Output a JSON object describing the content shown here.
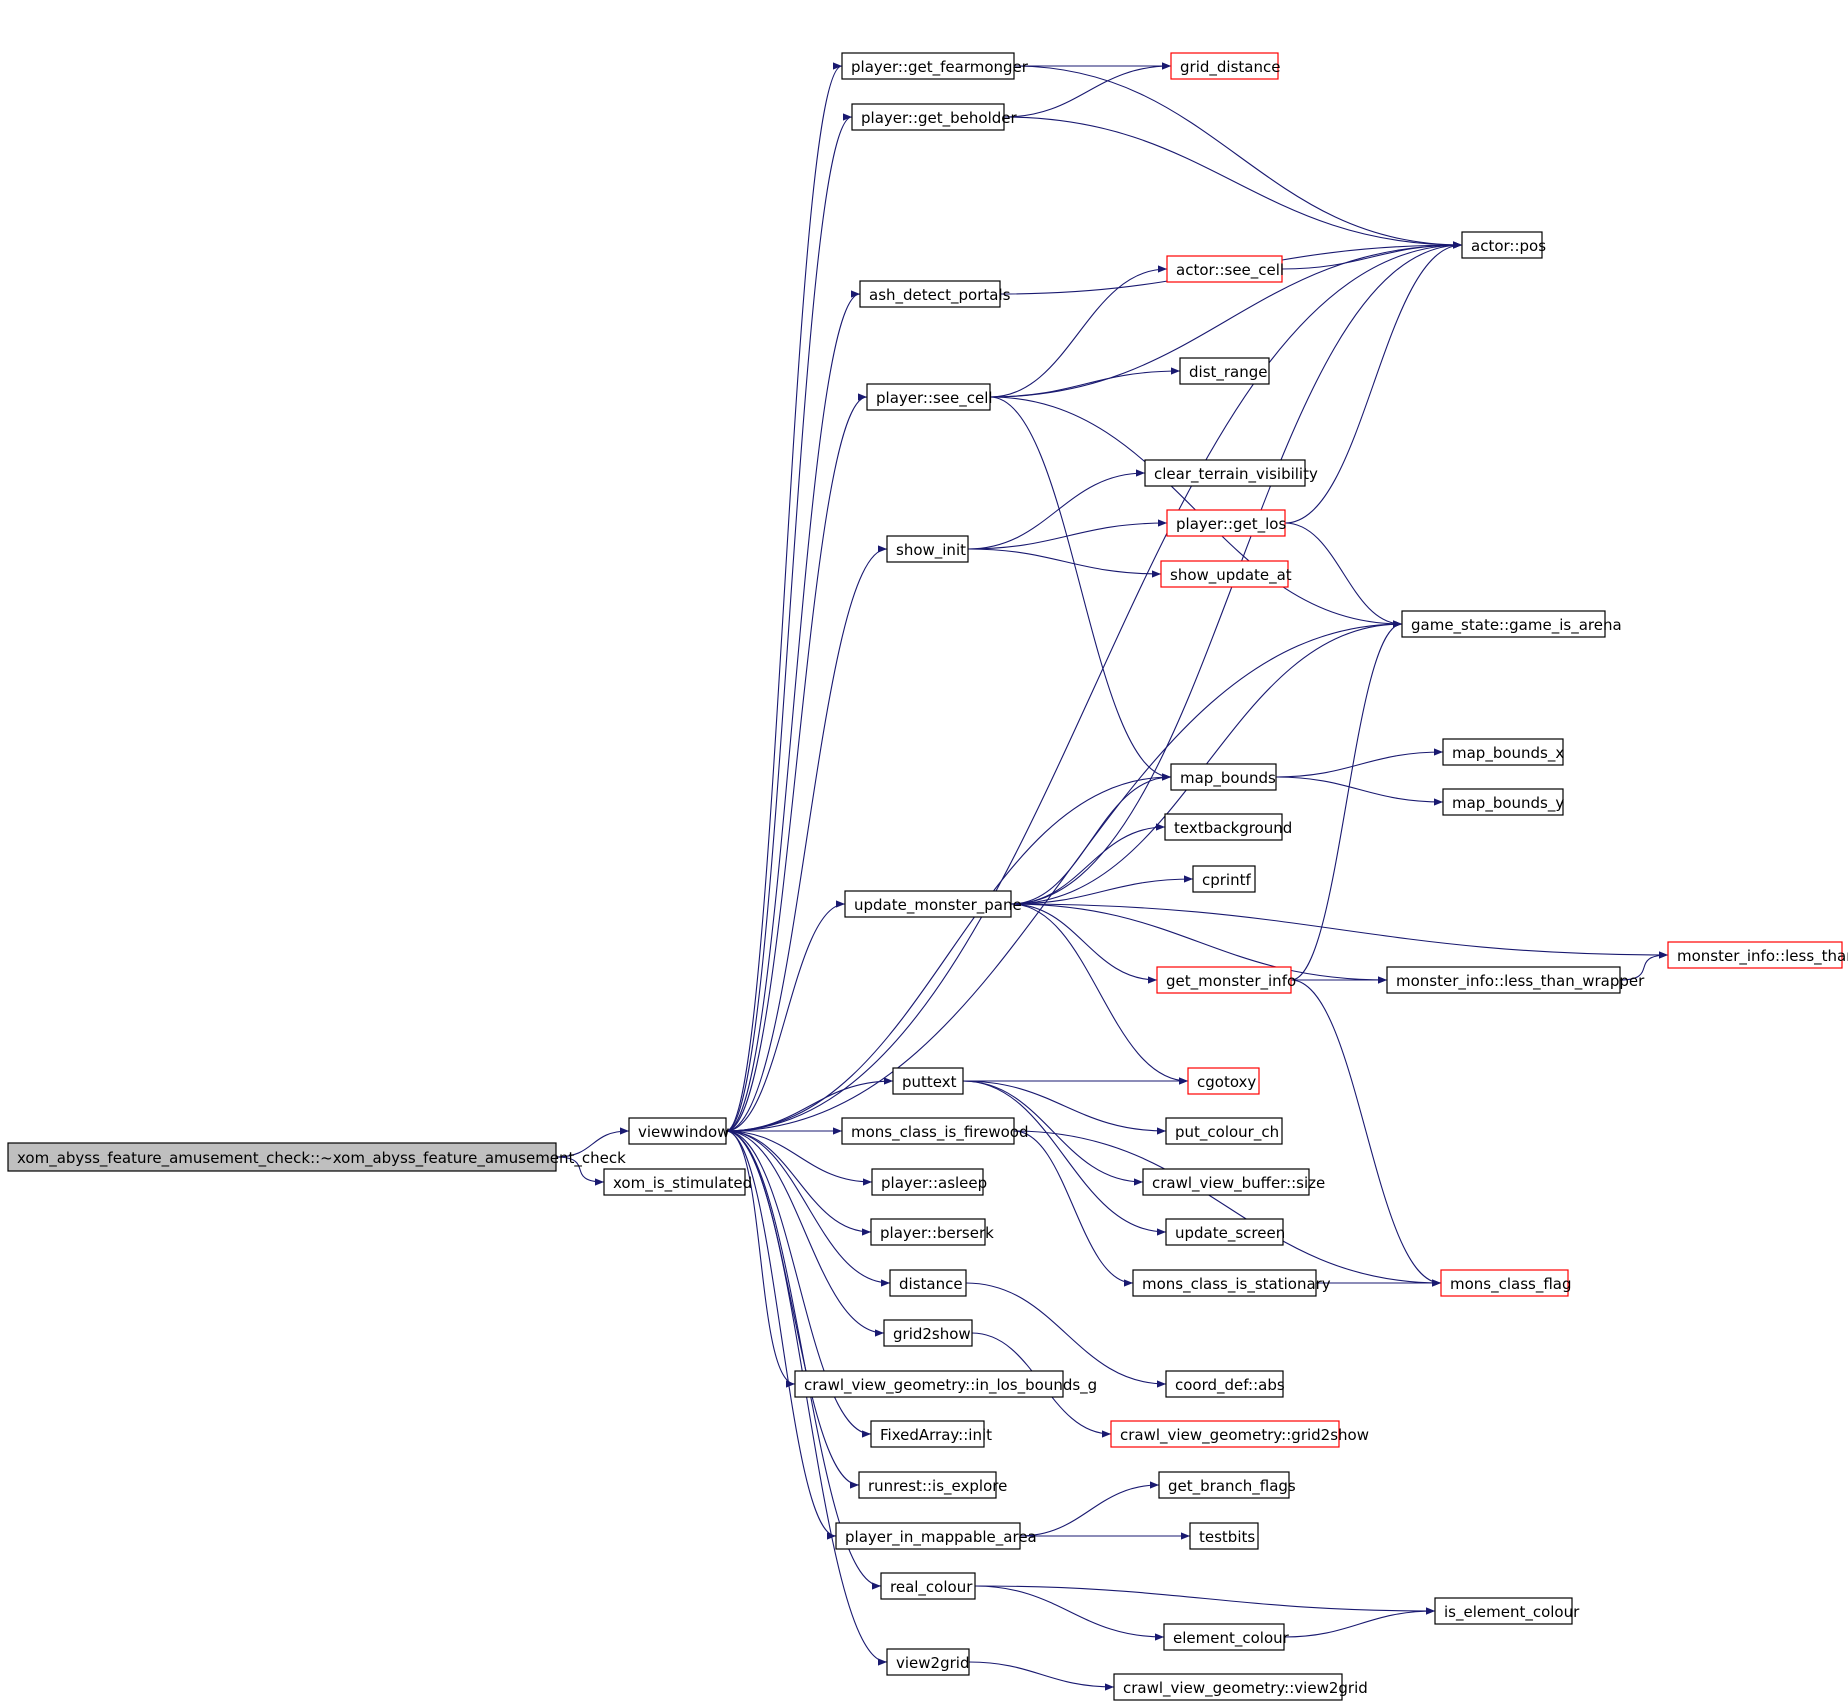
{
  "graph": {
    "edge_color": "#191970",
    "node_border_default": "#000000",
    "node_border_highlight": "#ff0000",
    "root_fill": "#bfbfbf",
    "nodes": [
      {
        "id": "root",
        "label": "xom_abyss_feature_amusement_check::~xom_abyss_feature_amusement_check",
        "style": "root"
      },
      {
        "id": "viewwindow",
        "label": "viewwindow",
        "style": "normal"
      },
      {
        "id": "xom_is_stimulated",
        "label": "xom_is_stimulated",
        "style": "normal"
      },
      {
        "id": "get_fearmonger",
        "label": "player::get_fearmonger",
        "style": "normal"
      },
      {
        "id": "get_beholder",
        "label": "player::get_beholder",
        "style": "normal"
      },
      {
        "id": "grid_distance",
        "label": "grid_distance",
        "style": "red"
      },
      {
        "id": "actor_pos",
        "label": "actor::pos",
        "style": "normal"
      },
      {
        "id": "ash_detect_portals",
        "label": "ash_detect_portals",
        "style": "normal"
      },
      {
        "id": "actor_see_cell",
        "label": "actor::see_cell",
        "style": "red"
      },
      {
        "id": "player_see_cell",
        "label": "player::see_cell",
        "style": "normal"
      },
      {
        "id": "dist_range",
        "label": "dist_range",
        "style": "normal"
      },
      {
        "id": "clear_terrain_visibility",
        "label": "clear_terrain_visibility",
        "style": "normal"
      },
      {
        "id": "show_init",
        "label": "show_init",
        "style": "normal"
      },
      {
        "id": "get_los",
        "label": "player::get_los",
        "style": "red"
      },
      {
        "id": "show_update_at",
        "label": "show_update_at",
        "style": "red"
      },
      {
        "id": "game_is_arena",
        "label": "game_state::game_is_arena",
        "style": "normal"
      },
      {
        "id": "map_bounds",
        "label": "map_bounds",
        "style": "normal"
      },
      {
        "id": "map_bounds_x",
        "label": "map_bounds_x",
        "style": "normal"
      },
      {
        "id": "map_bounds_y",
        "label": "map_bounds_y",
        "style": "normal"
      },
      {
        "id": "textbackground",
        "label": "textbackground",
        "style": "normal"
      },
      {
        "id": "cprintf",
        "label": "cprintf",
        "style": "normal"
      },
      {
        "id": "update_monster_pane",
        "label": "update_monster_pane",
        "style": "normal"
      },
      {
        "id": "monster_info_less_than",
        "label": "monster_info::less_than",
        "style": "red"
      },
      {
        "id": "get_monster_info",
        "label": "get_monster_info",
        "style": "red"
      },
      {
        "id": "less_than_wrapper",
        "label": "monster_info::less_than_wrapper",
        "style": "normal"
      },
      {
        "id": "cgotoxy",
        "label": "cgotoxy",
        "style": "red"
      },
      {
        "id": "puttext",
        "label": "puttext",
        "style": "normal"
      },
      {
        "id": "put_colour_ch",
        "label": "put_colour_ch",
        "style": "normal"
      },
      {
        "id": "mons_class_is_firewood",
        "label": "mons_class_is_firewood",
        "style": "normal"
      },
      {
        "id": "crawl_view_buffer_size",
        "label": "crawl_view_buffer::size",
        "style": "normal"
      },
      {
        "id": "player_asleep",
        "label": "player::asleep",
        "style": "normal"
      },
      {
        "id": "update_screen",
        "label": "update_screen",
        "style": "normal"
      },
      {
        "id": "player_berserk",
        "label": "player::berserk",
        "style": "normal"
      },
      {
        "id": "mons_class_is_stationary",
        "label": "mons_class_is_stationary",
        "style": "normal"
      },
      {
        "id": "distance",
        "label": "distance",
        "style": "normal"
      },
      {
        "id": "mons_class_flag",
        "label": "mons_class_flag",
        "style": "red"
      },
      {
        "id": "grid2show",
        "label": "grid2show",
        "style": "normal"
      },
      {
        "id": "coord_def_abs",
        "label": "coord_def::abs",
        "style": "normal"
      },
      {
        "id": "in_los_bounds_g",
        "label": "crawl_view_geometry::in_los_bounds_g",
        "style": "normal"
      },
      {
        "id": "cvg_grid2show",
        "label": "crawl_view_geometry::grid2show",
        "style": "red"
      },
      {
        "id": "fixedarray_init",
        "label": "FixedArray::init",
        "style": "normal"
      },
      {
        "id": "runrest_is_explore",
        "label": "runrest::is_explore",
        "style": "normal"
      },
      {
        "id": "get_branch_flags",
        "label": "get_branch_flags",
        "style": "normal"
      },
      {
        "id": "player_in_mappable_area",
        "label": "player_in_mappable_area",
        "style": "normal"
      },
      {
        "id": "testbits",
        "label": "testbits",
        "style": "normal"
      },
      {
        "id": "real_colour",
        "label": "real_colour",
        "style": "normal"
      },
      {
        "id": "is_element_colour",
        "label": "is_element_colour",
        "style": "normal"
      },
      {
        "id": "element_colour",
        "label": "element_colour",
        "style": "normal"
      },
      {
        "id": "view2grid",
        "label": "view2grid",
        "style": "normal"
      },
      {
        "id": "cvg_view2grid",
        "label": "crawl_view_geometry::view2grid",
        "style": "normal"
      }
    ],
    "edges": [
      [
        "root",
        "viewwindow"
      ],
      [
        "root",
        "xom_is_stimulated"
      ],
      [
        "viewwindow",
        "get_fearmonger"
      ],
      [
        "viewwindow",
        "get_beholder"
      ],
      [
        "viewwindow",
        "actor_pos"
      ],
      [
        "viewwindow",
        "ash_detect_portals"
      ],
      [
        "viewwindow",
        "player_see_cell"
      ],
      [
        "viewwindow",
        "show_init"
      ],
      [
        "viewwindow",
        "game_is_arena"
      ],
      [
        "viewwindow",
        "map_bounds"
      ],
      [
        "viewwindow",
        "update_monster_pane"
      ],
      [
        "viewwindow",
        "puttext"
      ],
      [
        "viewwindow",
        "mons_class_is_firewood"
      ],
      [
        "viewwindow",
        "player_asleep"
      ],
      [
        "viewwindow",
        "player_berserk"
      ],
      [
        "viewwindow",
        "distance"
      ],
      [
        "viewwindow",
        "grid2show"
      ],
      [
        "viewwindow",
        "in_los_bounds_g"
      ],
      [
        "viewwindow",
        "fixedarray_init"
      ],
      [
        "viewwindow",
        "runrest_is_explore"
      ],
      [
        "viewwindow",
        "player_in_mappable_area"
      ],
      [
        "viewwindow",
        "real_colour"
      ],
      [
        "viewwindow",
        "view2grid"
      ],
      [
        "get_fearmonger",
        "grid_distance"
      ],
      [
        "get_fearmonger",
        "actor_pos"
      ],
      [
        "get_beholder",
        "grid_distance"
      ],
      [
        "get_beholder",
        "actor_pos"
      ],
      [
        "ash_detect_portals",
        "actor_pos"
      ],
      [
        "actor_see_cell",
        "actor_pos"
      ],
      [
        "player_see_cell",
        "actor_see_cell"
      ],
      [
        "player_see_cell",
        "actor_pos"
      ],
      [
        "player_see_cell",
        "dist_range"
      ],
      [
        "player_see_cell",
        "game_is_arena"
      ],
      [
        "player_see_cell",
        "map_bounds"
      ],
      [
        "show_init",
        "clear_terrain_visibility"
      ],
      [
        "show_init",
        "get_los"
      ],
      [
        "show_init",
        "show_update_at"
      ],
      [
        "get_los",
        "actor_pos"
      ],
      [
        "get_los",
        "game_is_arena"
      ],
      [
        "map_bounds",
        "map_bounds_x"
      ],
      [
        "map_bounds",
        "map_bounds_y"
      ],
      [
        "update_monster_pane",
        "actor_pos"
      ],
      [
        "update_monster_pane",
        "game_is_arena"
      ],
      [
        "update_monster_pane",
        "map_bounds"
      ],
      [
        "update_monster_pane",
        "textbackground"
      ],
      [
        "update_monster_pane",
        "cprintf"
      ],
      [
        "update_monster_pane",
        "monster_info_less_than"
      ],
      [
        "update_monster_pane",
        "get_monster_info"
      ],
      [
        "update_monster_pane",
        "less_than_wrapper"
      ],
      [
        "update_monster_pane",
        "cgotoxy"
      ],
      [
        "get_monster_info",
        "game_is_arena"
      ],
      [
        "get_monster_info",
        "less_than_wrapper"
      ],
      [
        "get_monster_info",
        "mons_class_flag"
      ],
      [
        "less_than_wrapper",
        "monster_info_less_than"
      ],
      [
        "puttext",
        "cgotoxy"
      ],
      [
        "puttext",
        "put_colour_ch"
      ],
      [
        "puttext",
        "crawl_view_buffer_size"
      ],
      [
        "puttext",
        "update_screen"
      ],
      [
        "mons_class_is_firewood",
        "mons_class_is_stationary"
      ],
      [
        "mons_class_is_firewood",
        "mons_class_flag"
      ],
      [
        "mons_class_is_stationary",
        "mons_class_flag"
      ],
      [
        "distance",
        "coord_def_abs"
      ],
      [
        "grid2show",
        "cvg_grid2show"
      ],
      [
        "player_in_mappable_area",
        "get_branch_flags"
      ],
      [
        "player_in_mappable_area",
        "testbits"
      ],
      [
        "real_colour",
        "is_element_colour"
      ],
      [
        "real_colour",
        "element_colour"
      ],
      [
        "element_colour",
        "is_element_colour"
      ],
      [
        "view2grid",
        "cvg_view2grid"
      ]
    ]
  }
}
